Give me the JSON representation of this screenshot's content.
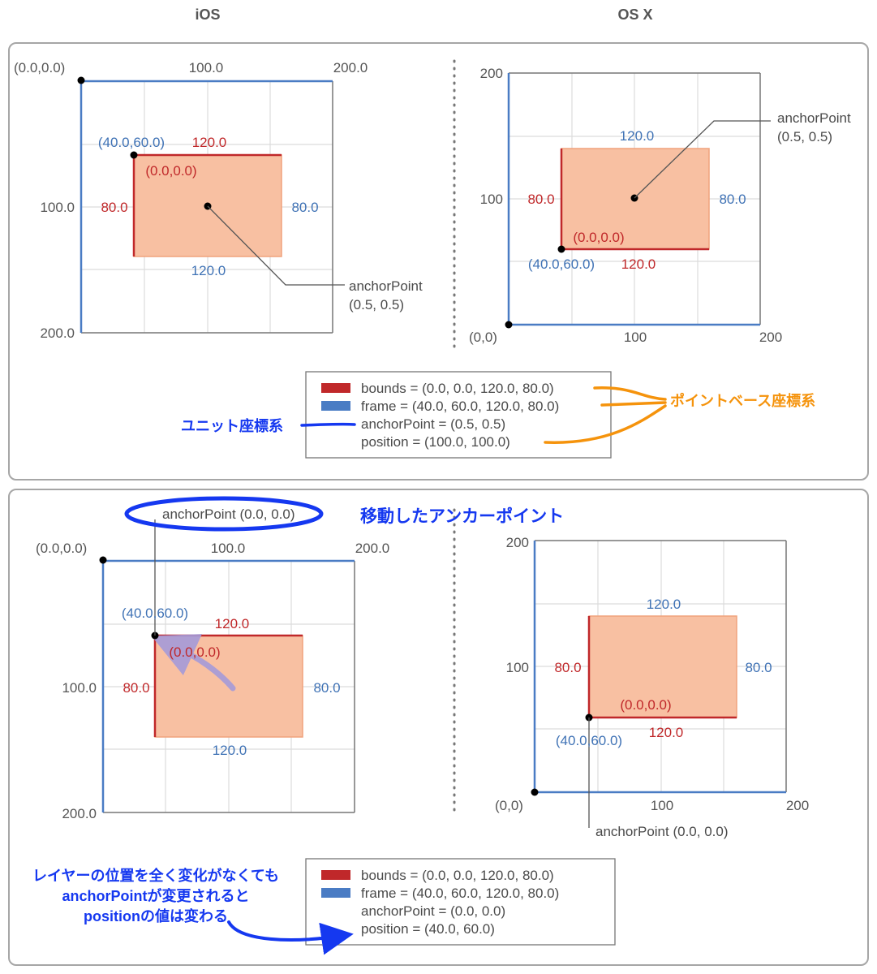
{
  "headers": {
    "ios": "iOS",
    "osx": "OS X"
  },
  "top": {
    "ios": {
      "origin": "(0.0,0.0)",
      "x_mid": "100.0",
      "x_max": "200.0",
      "y_mid": "100.0",
      "y_max": "200.0",
      "frame_origin": "(40.0,60.0)",
      "bounds_origin": "(0.0,0.0)",
      "bounds_width": "120.0",
      "bounds_height": "80.0",
      "frame_width": "120.0",
      "frame_height": "80.0",
      "anchor_title": "anchorPoint",
      "anchor_value": "(0.5, 0.5)"
    },
    "osx": {
      "origin": "(0,0)",
      "y_max": "200",
      "y_mid": "100",
      "x_mid": "100",
      "x_max": "200",
      "frame_origin": "(40.0,60.0)",
      "bounds_origin": "(0.0,0.0)",
      "bounds_width": "120.0",
      "bounds_height": "80.0",
      "frame_width": "120.0",
      "frame_height": "80.0",
      "anchor_title": "anchorPoint",
      "anchor_value": "(0.5, 0.5)"
    },
    "legend": {
      "bounds": "bounds = (0.0, 0.0, 120.0, 80.0)",
      "frame": "frame = (40.0, 60.0, 120.0, 80.0)",
      "anchor": "anchorPoint = (0.5, 0.5)",
      "position": "position = (100.0, 100.0)"
    },
    "callout_points": "ポイントベース座標系",
    "callout_unit": "ユニット座標系"
  },
  "bottom": {
    "ios": {
      "origin": "(0.0,0.0)",
      "x_mid": "100.0",
      "x_max": "200.0",
      "y_mid": "100.0",
      "y_max": "200.0",
      "frame_origin": "(40.0,60.0)",
      "bounds_origin": "(0.0,0.0)",
      "bounds_width": "120.0",
      "bounds_height": "80.0",
      "frame_width": "120.0",
      "frame_height": "80.0",
      "anchor_label": "anchorPoint (0.0, 0.0)"
    },
    "osx": {
      "origin": "(0,0)",
      "y_max": "200",
      "y_mid": "100",
      "x_mid": "100",
      "x_max": "200",
      "frame_origin": "(40.0,60.0)",
      "bounds_origin": "(0.0,0.0)",
      "bounds_width": "120.0",
      "bounds_height": "80.0",
      "frame_width": "120.0",
      "frame_height": "80.0",
      "anchor_label": "anchorPoint (0.0, 0.0)"
    },
    "moved_title": "移動したアンカーポイント",
    "legend": {
      "bounds": "bounds = (0.0, 0.0, 120.0, 80.0)",
      "frame": "frame = (40.0, 60.0, 120.0, 80.0)",
      "anchor": "anchorPoint = (0.0, 0.0)",
      "position": "position = (40.0, 60.0)"
    },
    "note": [
      "レイヤーの位置を全く変化がなくても",
      "anchorPointが変更されると",
      "positionの値は変わる"
    ]
  },
  "colors": {
    "bounds": "#c0282a",
    "frame": "#3f72b5",
    "fill": "#f8c0a2",
    "callout_orange": "#f5930c",
    "callout_blue": "#1538f0"
  }
}
